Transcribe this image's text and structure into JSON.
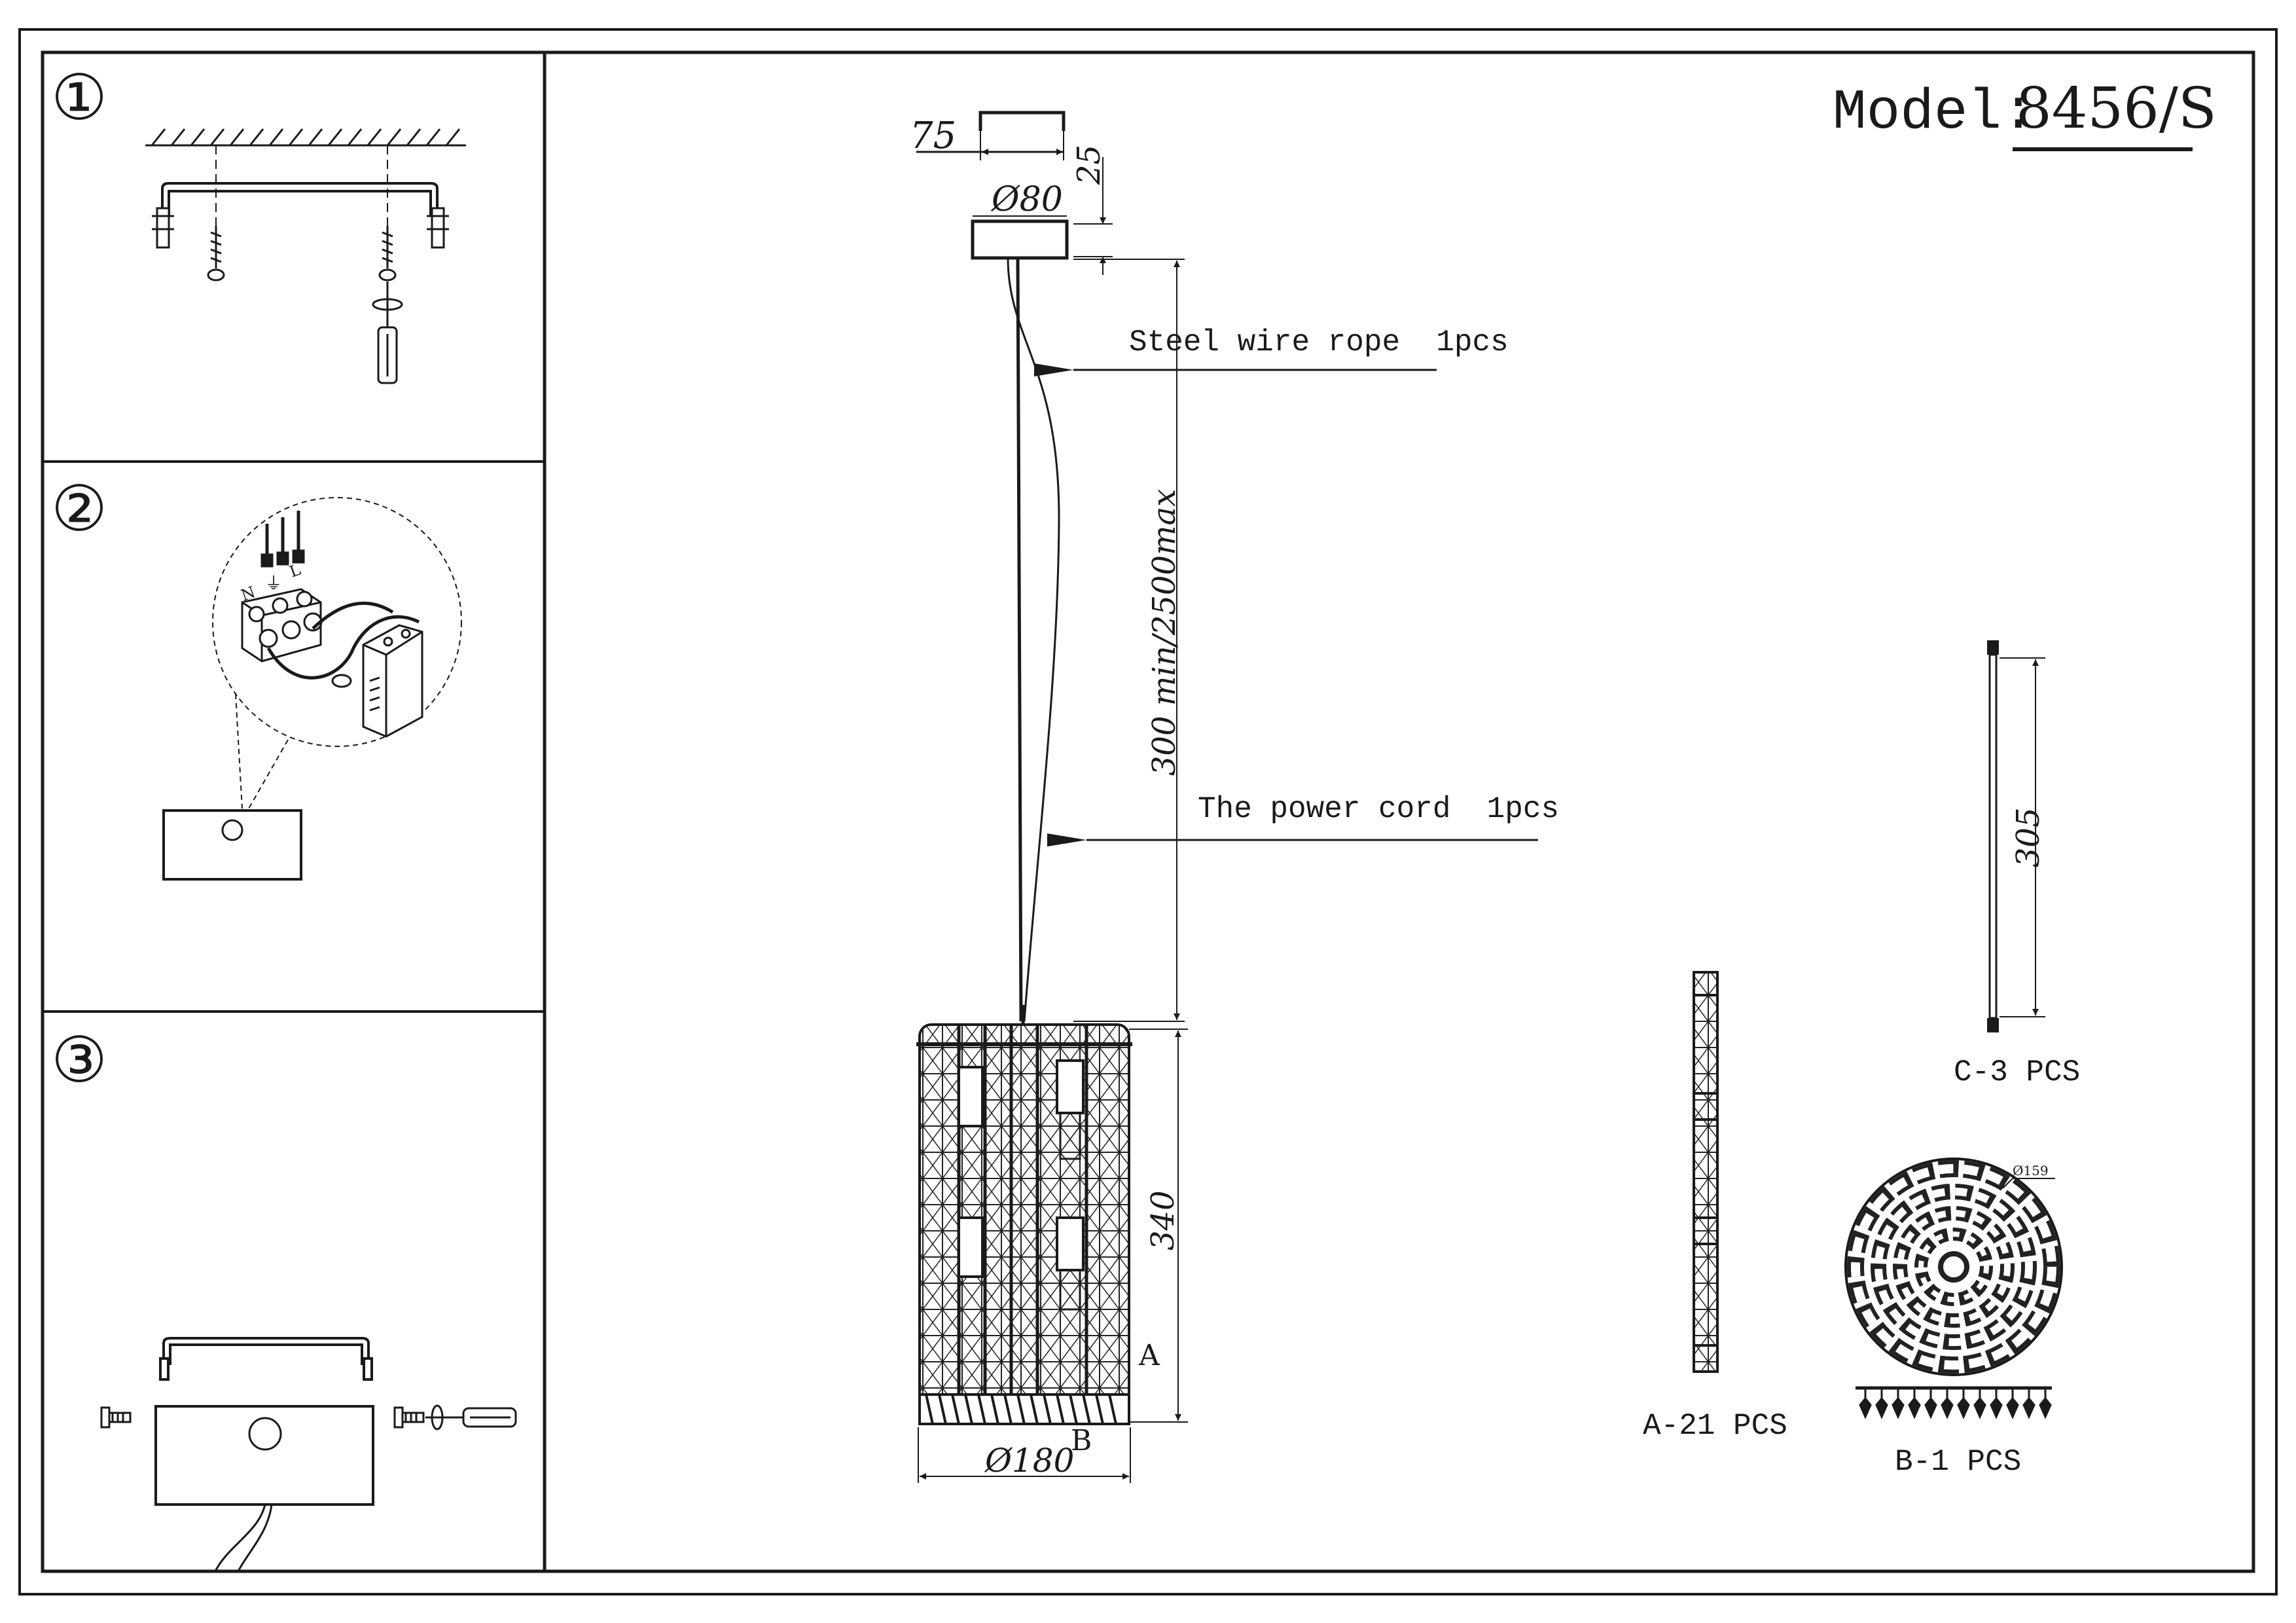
{
  "model": {
    "label": "Model:",
    "value": "8456/S"
  },
  "steps": [
    {
      "number": "①"
    },
    {
      "number": "②"
    },
    {
      "number": "③"
    }
  ],
  "wiring_labels": {
    "neutral": "N",
    "earth": "⏚",
    "live": "L"
  },
  "dimensions": {
    "bracket_width": "75",
    "bracket_height": "25",
    "canopy_diameter": "Ø80",
    "suspension_length": "300 min/2500max",
    "body_height": "340",
    "body_diameter": "Ø180",
    "c_length": "305",
    "b_diameter": "Ø159"
  },
  "callouts": {
    "wire_rope": "Steel wire rope  1pcs",
    "power_cord": "The power cord  1pcs",
    "marker_a": "A",
    "marker_b": "B"
  },
  "parts": {
    "a": "A-21 PCS",
    "b": "B-1 PCS",
    "c": "C-3 PCS"
  },
  "colors": {
    "line": "#1a1a1a",
    "hatch": "#333333",
    "paper": "#ffffff"
  }
}
